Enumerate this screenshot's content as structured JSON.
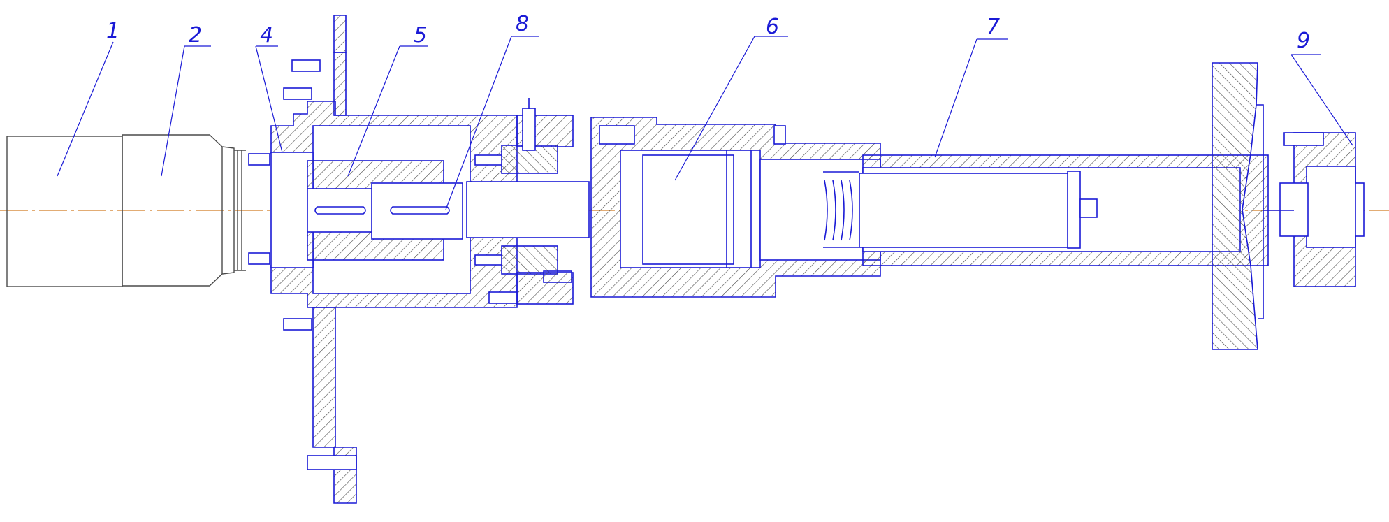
{
  "colors": {
    "outline": "#1a1ad6",
    "gray_line": "#4a4a4a",
    "center_line": "#d07a20",
    "background": "#ffffff"
  },
  "callouts": [
    {
      "id": "1",
      "label": "1"
    },
    {
      "id": "2",
      "label": "2"
    },
    {
      "id": "4",
      "label": "4"
    },
    {
      "id": "5",
      "label": "5"
    },
    {
      "id": "8",
      "label": "8"
    },
    {
      "id": "6",
      "label": "6"
    },
    {
      "id": "7",
      "label": "7"
    },
    {
      "id": "9",
      "label": "9"
    }
  ]
}
